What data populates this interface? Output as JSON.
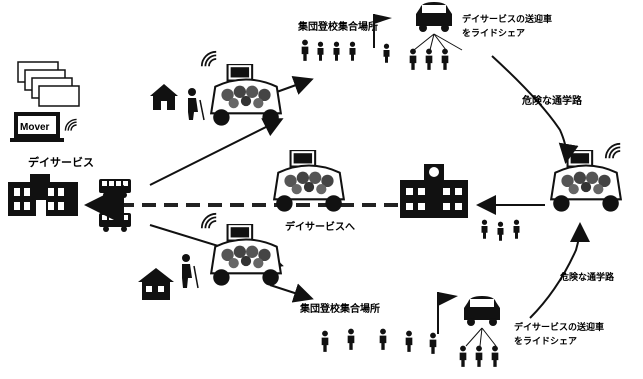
{
  "labels": {
    "day_service": "デイサービス",
    "mover": "Mover",
    "to_day_service": "デイサービスへ",
    "gathering_top": "集団登校集合場所",
    "gathering_bottom": "集団登校集合場所",
    "dangerous_road_top": "危険な通学路",
    "dangerous_road_bottom": "危険な通学路",
    "ride_share_top_1": "デイサービスの送迎車",
    "ride_share_top_2": "をライドシェア",
    "ride_share_bottom_1": "デイサービスの送迎車",
    "ride_share_bottom_2": "をライドシェア"
  },
  "colors": {
    "ink": "#111111",
    "dash": "#222222",
    "paper": "#ffffff"
  },
  "icons": [
    "laptop-stack-icon",
    "laptop-icon",
    "wifi-icon",
    "day-service-building-icon",
    "bus-icon",
    "autonomous-car-icon",
    "school-icon",
    "house-icon",
    "elderly-person-icon",
    "child-icon",
    "flag-icon",
    "van-icon",
    "person-icon"
  ]
}
